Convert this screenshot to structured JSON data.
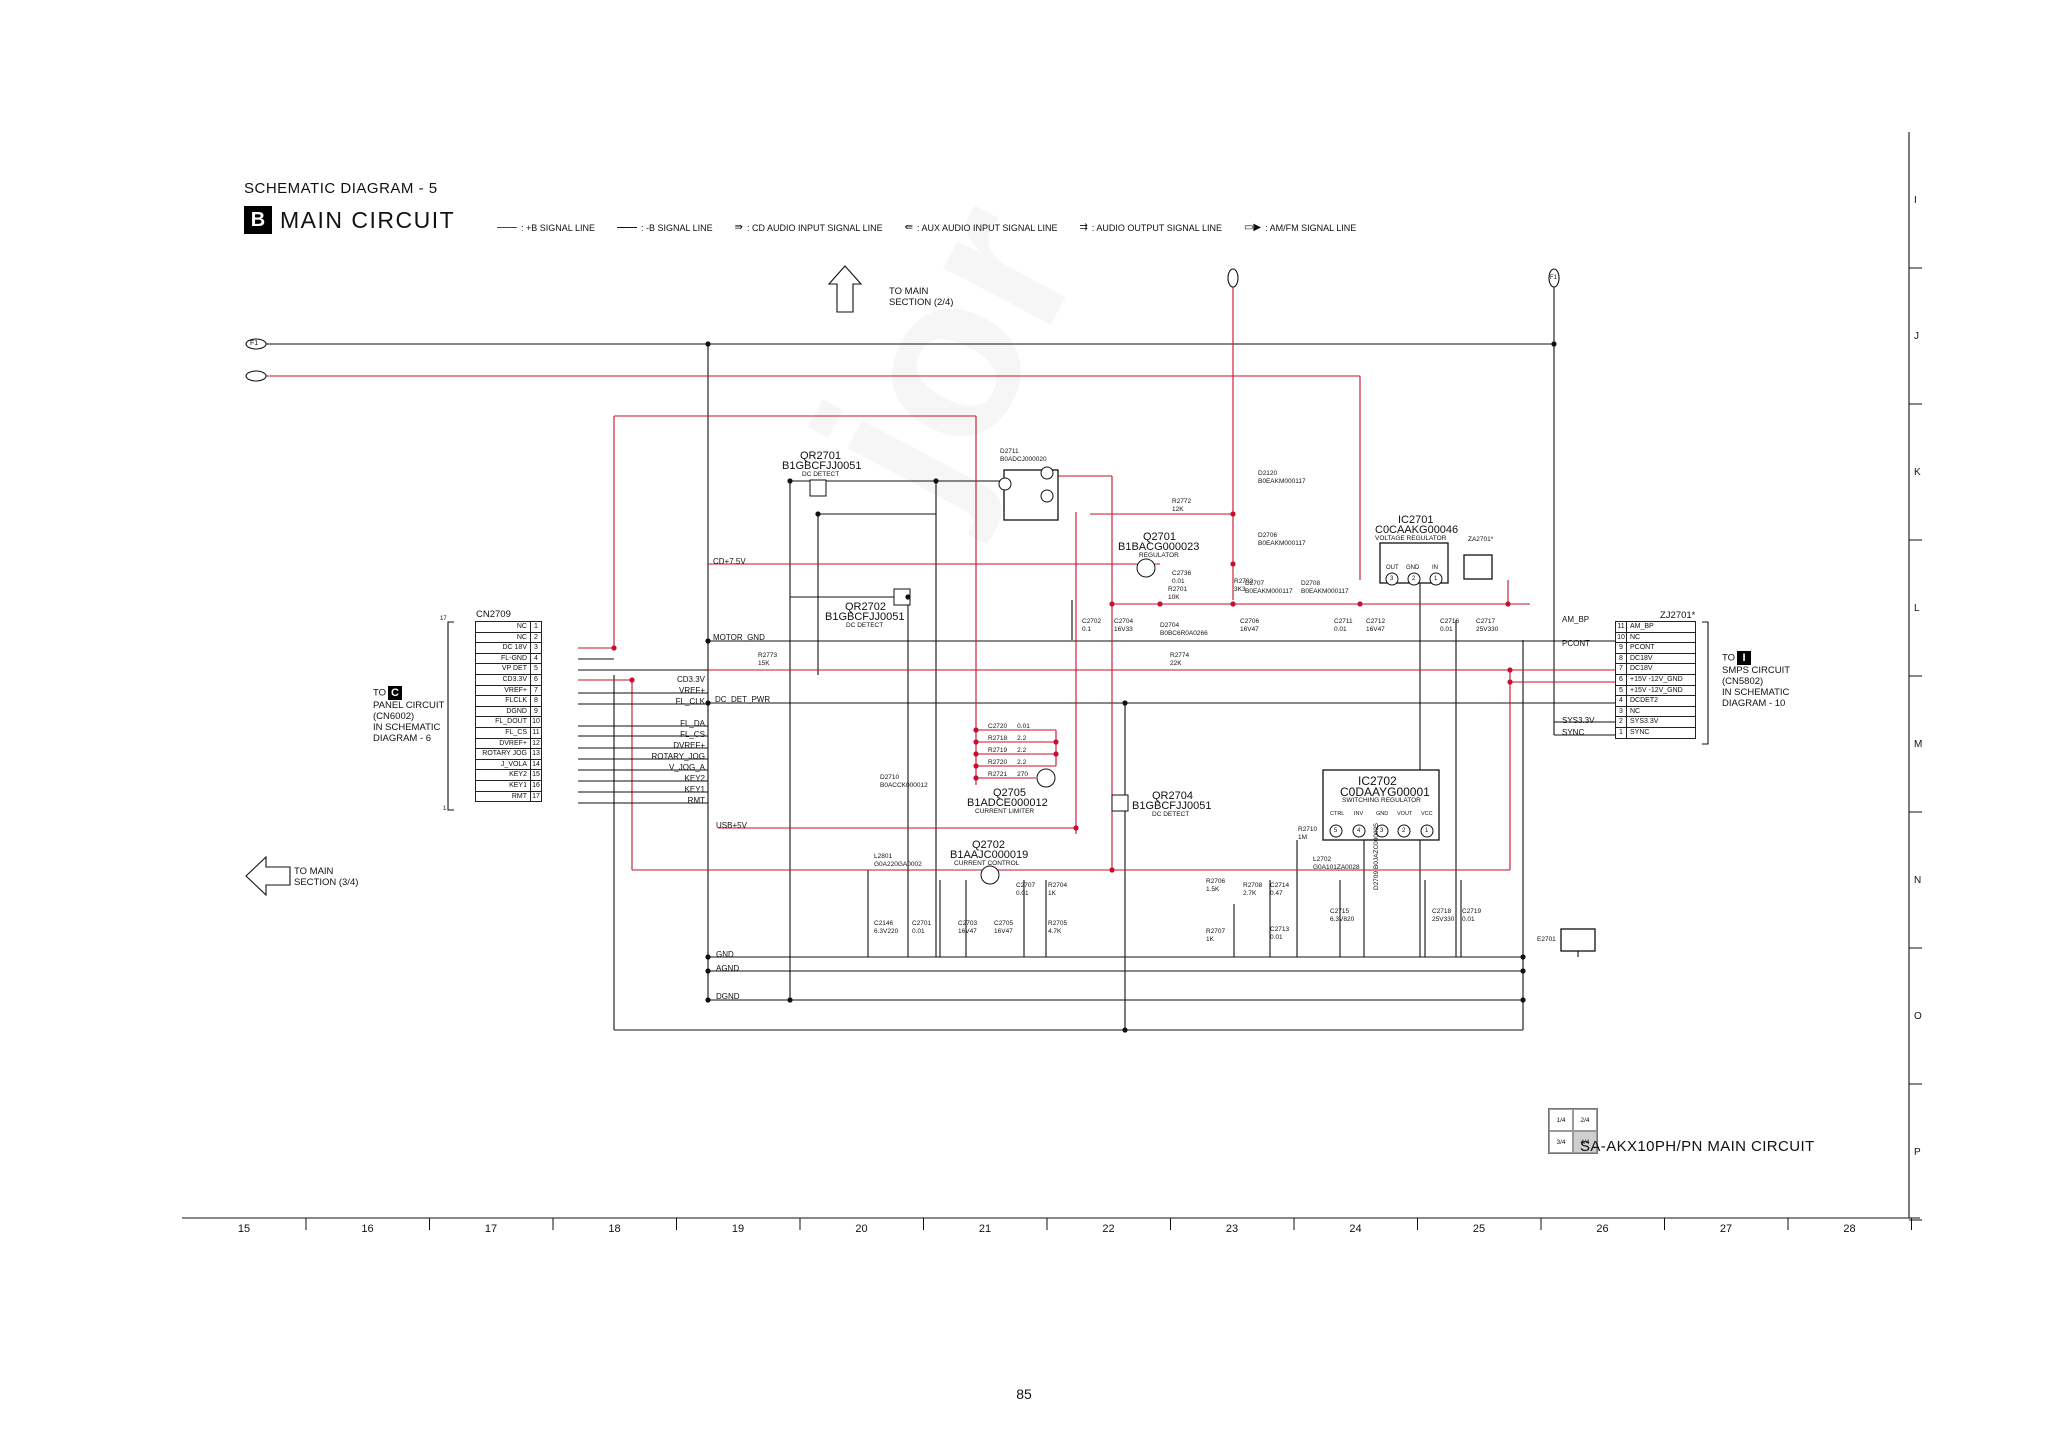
{
  "header": {
    "title": "SCHEMATIC DIAGRAM - 5",
    "section_letter": "B",
    "section_name": "MAIN CIRCUIT"
  },
  "legend": [
    {
      "swatch": "red",
      "label": ": +B SIGNAL LINE"
    },
    {
      "swatch": "black",
      "label": ": -B SIGNAL LINE"
    },
    {
      "swatch": "icon",
      "icon": "cd-audio-arrow-icon",
      "label": ": CD AUDIO INPUT SIGNAL LINE"
    },
    {
      "swatch": "icon",
      "icon": "aux-audio-arrow-icon",
      "label": ": AUX AUDIO INPUT SIGNAL LINE"
    },
    {
      "swatch": "icon",
      "icon": "audio-output-arrow-icon",
      "label": ": AUDIO OUTPUT SIGNAL LINE"
    },
    {
      "swatch": "icon",
      "icon": "am-fm-arrow-icon",
      "label": ": AM/FM SIGNAL LINE"
    }
  ],
  "notes": {
    "to_main_top": "TO MAIN\nSECTION (2/4)",
    "to_main_bottom": "TO MAIN\nSECTION (3/4)",
    "to_panel": {
      "prefix": "TO",
      "letter": "C",
      "text": "PANEL CIRCUIT\n(CN6002)\nIN SCHEMATIC\nDIAGRAM - 6"
    },
    "to_smps": {
      "prefix": "TO",
      "letter": "I",
      "text": "SMPS CIRCUIT\n(CN5802)\nIN SCHEMATIC\nDIAGRAM - 10"
    }
  },
  "connectors": {
    "cn2709": {
      "name": "CN2709",
      "pin_top": "17",
      "pin_bottom": "1",
      "pins": [
        {
          "n": "1",
          "label": "NC"
        },
        {
          "n": "2",
          "label": "NC"
        },
        {
          "n": "3",
          "label": "DC 18V"
        },
        {
          "n": "4",
          "label": "FL-GND"
        },
        {
          "n": "5",
          "label": "VP DET"
        },
        {
          "n": "6",
          "label": "CD3.3V"
        },
        {
          "n": "7",
          "label": "VREF+"
        },
        {
          "n": "8",
          "label": "FLCLK"
        },
        {
          "n": "9",
          "label": "DGND"
        },
        {
          "n": "10",
          "label": "FL_DOUT"
        },
        {
          "n": "11",
          "label": "FL_CS"
        },
        {
          "n": "12",
          "label": "DVREF+"
        },
        {
          "n": "13",
          "label": "ROTARY JOG"
        },
        {
          "n": "14",
          "label": "J_VOLA"
        },
        {
          "n": "15",
          "label": "KEY2"
        },
        {
          "n": "16",
          "label": "KEY1"
        },
        {
          "n": "17",
          "label": "RMT"
        }
      ]
    },
    "zj2701": {
      "name": "ZJ2701*",
      "pins": [
        {
          "n": "11",
          "label": "AM_BP"
        },
        {
          "n": "10",
          "label": "NC"
        },
        {
          "n": "9",
          "label": "PCONT"
        },
        {
          "n": "8",
          "label": "DC18V"
        },
        {
          "n": "7",
          "label": "DC18V"
        },
        {
          "n": "6",
          "label": "+15V -12V_GND"
        },
        {
          "n": "5",
          "label": "+15V -12V_GND"
        },
        {
          "n": "4",
          "label": "DCDET2"
        },
        {
          "n": "3",
          "label": "NC"
        },
        {
          "n": "2",
          "label": "SYS3.3V"
        },
        {
          "n": "1",
          "label": "SYNC"
        }
      ]
    }
  },
  "nets": {
    "left": [
      "MOTOR_GND",
      "CD3.3V",
      "VREF+",
      "FL_CLK",
      "FL_DA",
      "FL_CS",
      "DVREF+",
      "ROTARY_JOG",
      "V_JOG_A",
      "KEY2",
      "KEY1",
      "RMT"
    ],
    "misc": {
      "cd75": "CD+7.5V",
      "dc_det_pwr": "DC_DET_PWR",
      "usb5": "USB+5V",
      "gnd": "GND",
      "agnd": "AGND",
      "dgnd": "DGND",
      "am_bp": "AM_BP",
      "pcont": "PCONT",
      "sys33": "SYS3.3V",
      "sync": "SYNC"
    },
    "port_f1": "F1",
    "port_f2": "F1"
  },
  "components": {
    "qr2701": {
      "ref": "QR2701",
      "part": "B1GBCFJJ0051",
      "fn": "DC DETECT"
    },
    "qr2702": {
      "ref": "QR2702",
      "part": "B1GBCFJJ0051",
      "fn": "DC DETECT"
    },
    "qr2704": {
      "ref": "QR2704",
      "part": "B1GBCFJJ0051",
      "fn": "DC DETECT"
    },
    "q2701": {
      "ref": "Q2701",
      "part": "B1BACG000023",
      "fn": "REGULATOR"
    },
    "q2705": {
      "ref": "Q2705",
      "part": "B1ADCE000012",
      "fn": "CURRENT LIMITER"
    },
    "q2702": {
      "ref": "Q2702",
      "part": "B1AAJC000019",
      "fn": "CURRENT CONTROL"
    },
    "ic2701": {
      "ref": "IC2701",
      "part": "C0CAAKG00046",
      "fn": "VOLTAGE REGULATOR",
      "pins": [
        "OUT",
        "GND",
        "IN"
      ],
      "pin_nums": [
        "3",
        "2",
        "1"
      ]
    },
    "ic2702": {
      "ref": "IC2702",
      "part": "C0DAAYG00001",
      "fn": "SWITCHING REGULATOR",
      "pins": [
        "CTRL",
        "INV",
        "GND",
        "VOUT",
        "VCC"
      ],
      "pin_nums": [
        "5",
        "4",
        "3",
        "2",
        "1"
      ]
    },
    "d2711": {
      "ref": "D2711",
      "part": "B0ADCJ000020"
    },
    "d2120": {
      "ref": "D2120",
      "part": "B0EAKM000117"
    },
    "d2706": {
      "ref": "D2706",
      "part": "B0EAKM000117"
    },
    "d2707": {
      "ref": "D2707",
      "part": "B0EAKM000117"
    },
    "d2708": {
      "ref": "D2708",
      "part": "B0EAKM000117"
    },
    "d2704": {
      "ref": "D2704",
      "part": "B0BC6R0A0266"
    },
    "d2710": {
      "ref": "D2710",
      "part": "B0ACCK000012"
    },
    "d2709": {
      "ref": "D2709",
      "part": "B0JAZC000025"
    },
    "za2701": {
      "ref": "ZA2701*"
    },
    "e2701": {
      "ref": "E2701"
    },
    "l2801": {
      "ref": "L2801",
      "part": "G0A220GA0002"
    },
    "l2702": {
      "ref": "L2702",
      "part": "G0A101ZA0028"
    },
    "r2772": {
      "ref": "R2772",
      "val": "12K"
    },
    "r2702": {
      "ref": "R2702",
      "val": "3K3"
    },
    "r2701": {
      "ref": "R2701",
      "val": "10K"
    },
    "r2773": {
      "ref": "R2773",
      "val": "15K"
    },
    "r2774": {
      "ref": "R2774",
      "val": "22K"
    },
    "r2710": {
      "ref": "R2710",
      "val": "1M"
    },
    "r2706": {
      "ref": "R2706",
      "val": "1.5K"
    },
    "r2708": {
      "ref": "R2708",
      "val": "2.7K"
    },
    "r2707": {
      "ref": "R2707",
      "val": "1K"
    },
    "r2704": {
      "ref": "R2704",
      "val": "1K"
    },
    "r2705": {
      "ref": "R2705",
      "val": "4.7K"
    },
    "c2736": {
      "ref": "C2736",
      "val": "0.01"
    },
    "c2702": {
      "ref": "C2702",
      "val": "0.1"
    },
    "c2704": {
      "ref": "C2704",
      "val": "16V33"
    },
    "c2706": {
      "ref": "C2706",
      "val": "16V47"
    },
    "c2711": {
      "ref": "C2711",
      "val": "0.01"
    },
    "c2712": {
      "ref": "C2712",
      "val": "16V47"
    },
    "c2716": {
      "ref": "C2716",
      "val": "0.01"
    },
    "c2717": {
      "ref": "C2717",
      "val": "25V330"
    },
    "c2146": {
      "ref": "C2146",
      "val": "6.3V220"
    },
    "c2701": {
      "ref": "C2701",
      "val": "0.01"
    },
    "c2703": {
      "ref": "C2703",
      "val": "16V47"
    },
    "c2705": {
      "ref": "C2705",
      "val": "16V47"
    },
    "c2707": {
      "ref": "C2707",
      "val": "0.01"
    },
    "c2714": {
      "ref": "C2714",
      "val": "0.47"
    },
    "c2713": {
      "ref": "C2713",
      "val": "0.01"
    },
    "c2715": {
      "ref": "C2715",
      "val": "6.3V820"
    },
    "c2718": {
      "ref": "C2718",
      "val": "25V330"
    },
    "c2719": {
      "ref": "C2719",
      "val": "0.01"
    },
    "limiter_bank": [
      {
        "ref": "C2720",
        "val": "0.01"
      },
      {
        "ref": "R2718",
        "val": "2.2"
      },
      {
        "ref": "R2719",
        "val": "2.2"
      },
      {
        "ref": "R2720",
        "val": "2.2"
      },
      {
        "ref": "R2721",
        "val": "270"
      }
    ]
  },
  "grid": {
    "rows": [
      "I",
      "J",
      "K",
      "L",
      "M",
      "N",
      "O",
      "P"
    ],
    "cols": [
      "15",
      "16",
      "17",
      "18",
      "19",
      "20",
      "21",
      "22",
      "23",
      "24",
      "25",
      "26",
      "27",
      "28"
    ]
  },
  "key_plan": [
    "1/4",
    "2/4",
    "3/4",
    "4/4"
  ],
  "model_title": "SA-AKX10PH/PN MAIN CIRCUIT",
  "page_number": "85",
  "colors": {
    "signal_red": "#c8102e",
    "line_black": "#111111"
  }
}
